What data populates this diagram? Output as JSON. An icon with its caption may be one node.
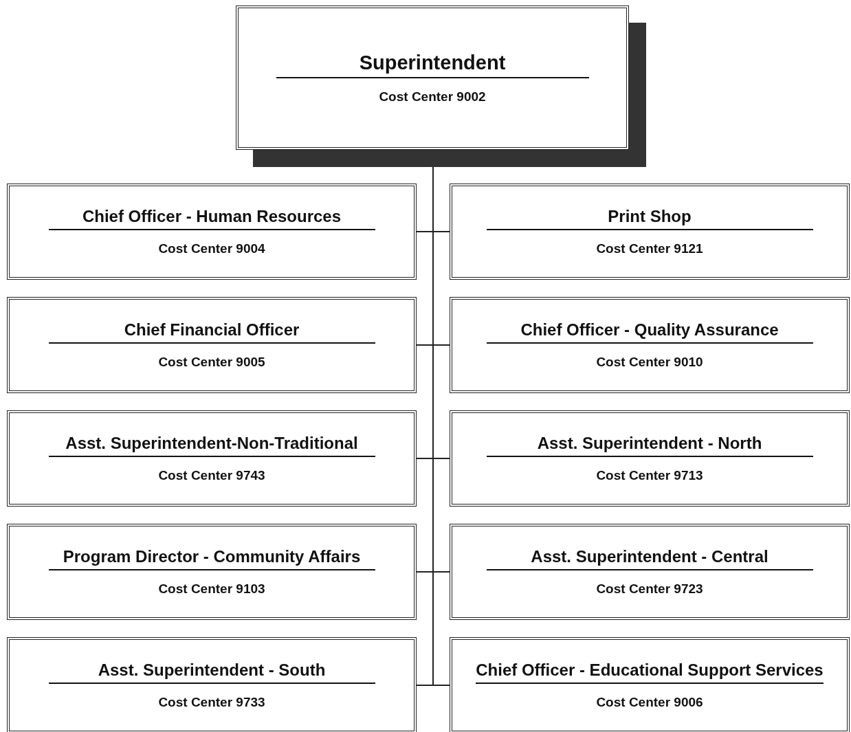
{
  "diagram": {
    "nodes": [
      {
        "text": [
          "Superintendent",
          "Cost Center 9002"
        ]
      },
      {
        "text": [
          "Chief Officer - Human Resources",
          "Cost Center 9004"
        ]
      },
      {
        "text": [
          "Print Shop",
          "Cost Center 9121"
        ]
      },
      {
        "text": [
          "Chief Financial Officer",
          "Cost Center 9005"
        ]
      },
      {
        "text": [
          "Chief Officer - Quality Assurance",
          "Cost Center 9010"
        ]
      },
      {
        "text": [
          "Asst. Superintendent-Non-Traditional",
          "Cost Center 9743"
        ]
      },
      {
        "text": [
          "Asst. Superintendent - North",
          "Cost Center 9713"
        ]
      },
      {
        "text": [
          "Program Director - Community Affairs",
          "Cost Center 9103"
        ]
      },
      {
        "text": [
          "Asst. Superintendent - Central",
          "Cost Center 9723"
        ]
      },
      {
        "text": [
          "Asst. Superintendent - South",
          "Cost Center 9733"
        ]
      },
      {
        "text": [
          "Chief Officer - Educational Support Services",
          "Cost Center 9006"
        ]
      }
    ],
    "edges": [
      {
        "from": 0,
        "to": 1,
        "arrow": "none"
      },
      {
        "from": 0,
        "to": 2,
        "arrow": "none"
      },
      {
        "from": 0,
        "to": 3,
        "arrow": "none"
      },
      {
        "from": 0,
        "to": 4,
        "arrow": "none"
      },
      {
        "from": 0,
        "to": 5,
        "arrow": "none"
      },
      {
        "from": 0,
        "to": 6,
        "arrow": "none"
      },
      {
        "from": 0,
        "to": 7,
        "arrow": "none"
      },
      {
        "from": 0,
        "to": 8,
        "arrow": "none"
      },
      {
        "from": 0,
        "to": 9,
        "arrow": "none"
      },
      {
        "from": 0,
        "to": 10,
        "arrow": "none"
      }
    ]
  }
}
